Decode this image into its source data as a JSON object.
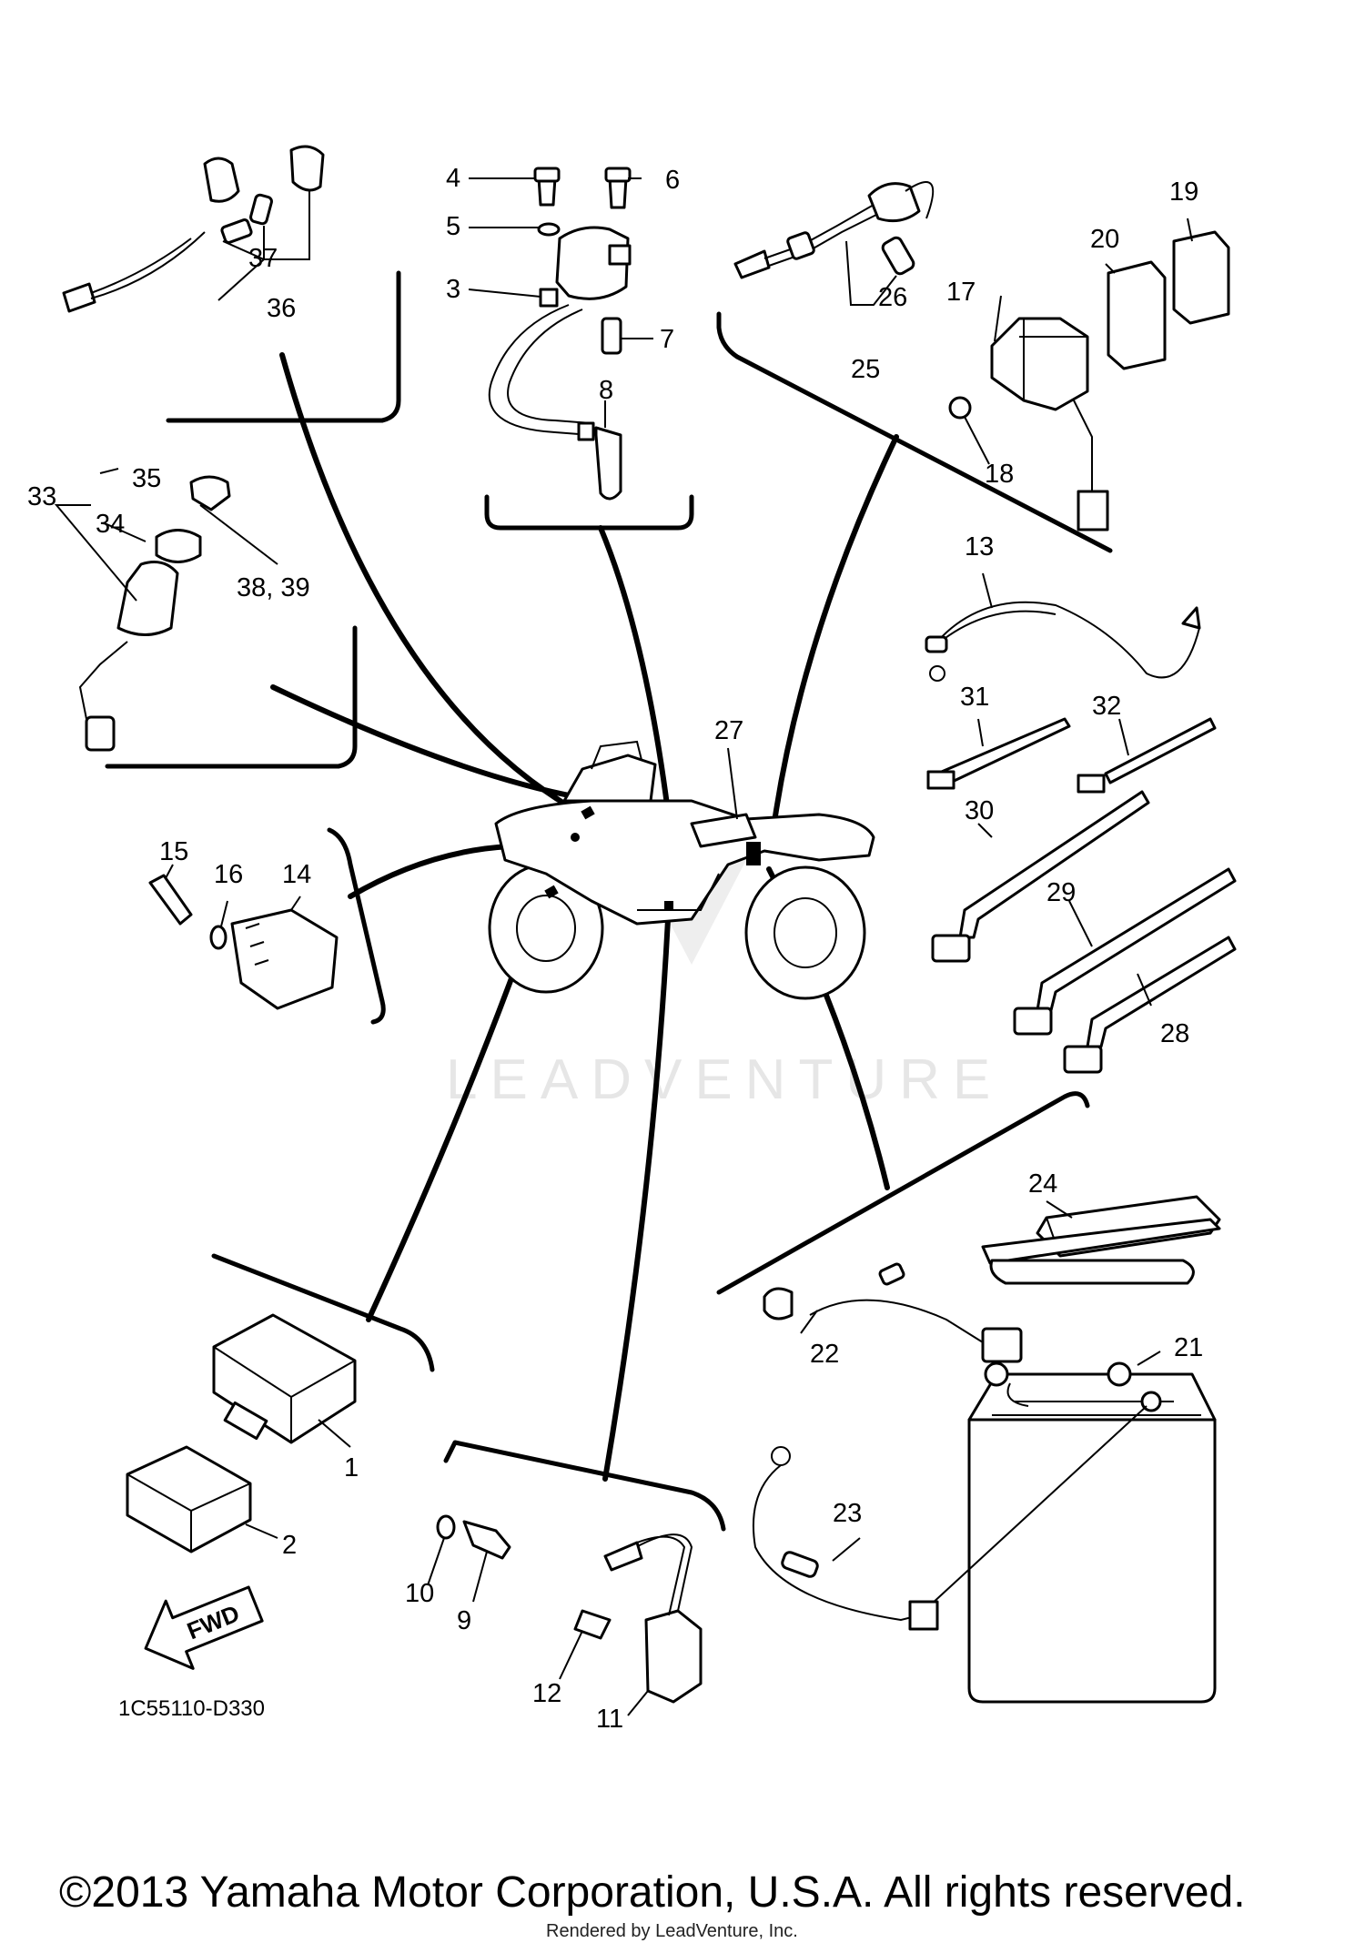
{
  "diagram": {
    "code": "1C55110-D330",
    "fwd_label": "FWD",
    "copyright": "©2013 Yamaha Motor Corporation, U.S.A. All rights reserved.",
    "rendered_by": "Rendered by LeadVenture, Inc.",
    "watermark": "LEADVENTURE"
  },
  "callouts": {
    "c1": "1",
    "c2": "2",
    "c3": "3",
    "c4": "4",
    "c5": "5",
    "c6": "6",
    "c7": "7",
    "c8": "8",
    "c9": "9",
    "c10": "10",
    "c11": "11",
    "c12": "12",
    "c13": "13",
    "c14": "14",
    "c15": "15",
    "c16": "16",
    "c17": "17",
    "c18": "18",
    "c19": "19",
    "c20": "20",
    "c21": "21",
    "c22": "22",
    "c23": "23",
    "c24": "24",
    "c25": "25",
    "c26": "26",
    "c27": "27",
    "c28": "28",
    "c29": "29",
    "c30": "30",
    "c31": "31",
    "c32": "32",
    "c33": "33",
    "c34": "34",
    "c35": "35",
    "c36": "36",
    "c37": "37",
    "c3839": "38, 39"
  }
}
